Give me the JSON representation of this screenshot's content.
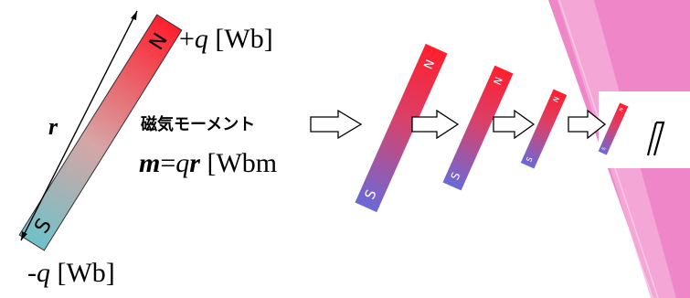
{
  "colors": {
    "north": "#ff1f2e",
    "south_big": "#6ec2c8",
    "south_small": "#6a6ad8",
    "arrow": "#ffffff",
    "slide_bg_pink": "#ef86c7"
  },
  "big_magnet": {
    "north_label": "N",
    "south_label": "S",
    "plus_charge": {
      "sign": "+",
      "var": "q",
      "unit": " [Wb]"
    },
    "minus_charge": {
      "sign": "-",
      "var": "q",
      "unit": " [Wb]"
    },
    "length_label": "r"
  },
  "moment": {
    "title": "磁気モーメント",
    "formula": {
      "lhs": "m",
      "eq": "=",
      "q": "q",
      "r": "r",
      "unit": " [Wbm"
    }
  },
  "small_magnets": [
    {
      "north_label": "N",
      "south_label": "S"
    },
    {
      "north_label": "N",
      "south_label": "S"
    },
    {
      "north_label": "N",
      "south_label": "S"
    },
    {
      "north_label": "N",
      "south_label": "S"
    }
  ],
  "icons": [
    "right-arrow-icon",
    "double-arrow-icon"
  ]
}
